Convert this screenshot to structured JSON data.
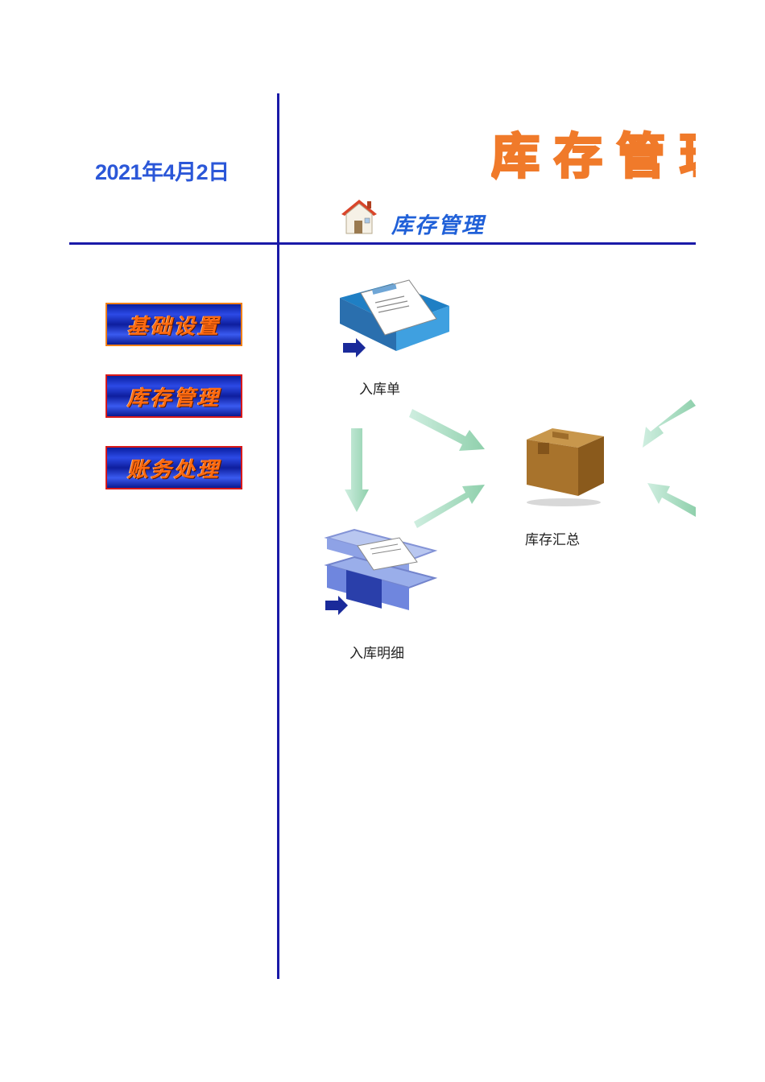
{
  "header": {
    "date": "2021年4月2日",
    "big_title": "库存管理",
    "sub_title": "库存管理"
  },
  "sidebar": {
    "items": [
      {
        "label": "基础设置"
      },
      {
        "label": "库存管理"
      },
      {
        "label": "账务处理"
      }
    ]
  },
  "flow": {
    "stock_in_form": "入库单",
    "stock_in_detail": "入库明细",
    "stock_summary": "库存汇总"
  },
  "colors": {
    "divider": "#1a1aa8",
    "date_text": "#2b57d8",
    "title_outline": "#f07a2a",
    "arrow": "#9fd8b4"
  }
}
